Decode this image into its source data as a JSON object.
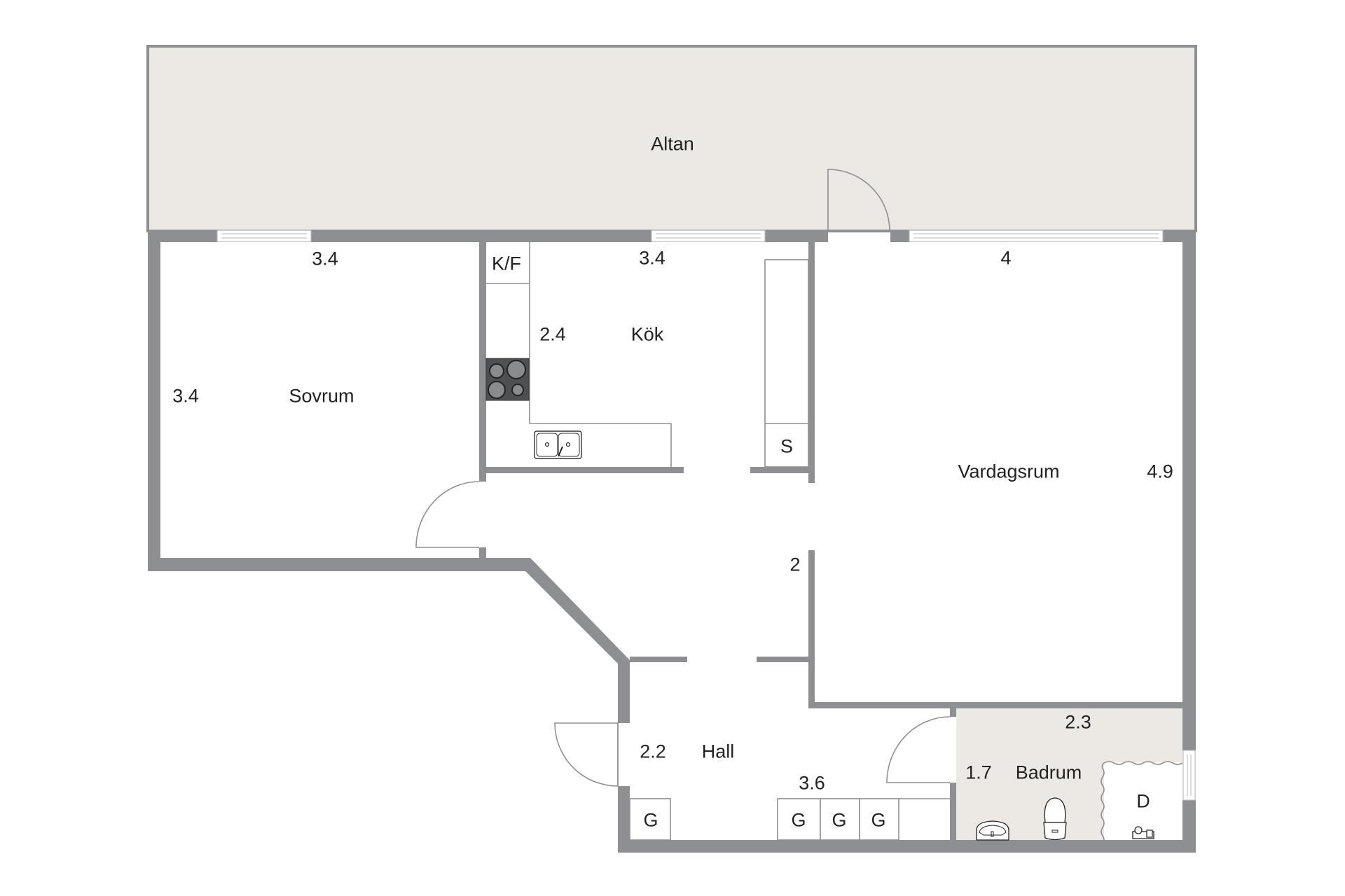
{
  "colors": {
    "wall": "#8e8f93",
    "outdoor_floor": "#ece9e4",
    "wet_room_floor": "#ece9e4",
    "indoor_floor": "#ffffff",
    "text": "#222222"
  },
  "rooms": {
    "altan": {
      "name": "Altan"
    },
    "sovrum": {
      "name": "Sovrum",
      "width": "3.4",
      "depth": "3.4"
    },
    "kok": {
      "name": "Kök",
      "width": "3.4",
      "depth": "2.4"
    },
    "vardagsrum": {
      "name": "Vardagsrum",
      "width": "4",
      "depth": "4.9"
    },
    "passage": {
      "width": "2"
    },
    "hall": {
      "name": "Hall",
      "width": "3.6",
      "depth": "2.2"
    },
    "badrum": {
      "name": "Badrum",
      "width": "2.3",
      "depth": "1.7"
    }
  },
  "fixtures": {
    "fridge_freezer": "K/F",
    "wardrobe_s": "S",
    "shower": "D",
    "hall_wardrobes": [
      "G",
      "G",
      "G",
      "G"
    ]
  }
}
